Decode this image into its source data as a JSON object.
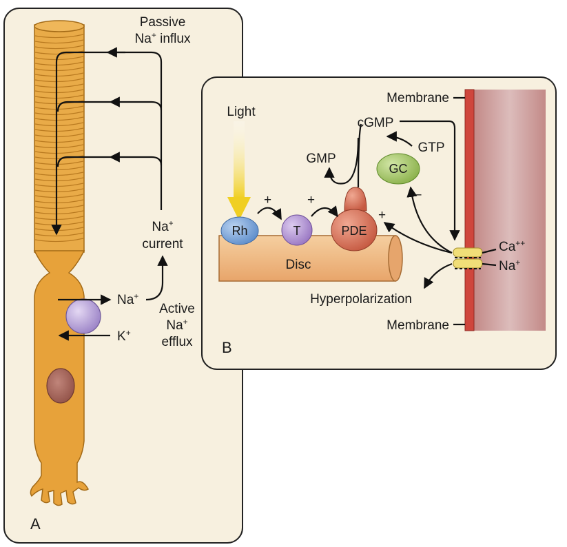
{
  "panel_a": {
    "letter": "A",
    "passive_influx": {
      "line1": "Passive",
      "line2_base": "Na",
      "line2_sup": "+",
      "line2_rest": " influx"
    },
    "na_current": {
      "line1_base": "Na",
      "line1_sup": "+",
      "line2": "current"
    },
    "na_out": {
      "base": "Na",
      "sup": "+"
    },
    "k_in": {
      "base": "K",
      "sup": "+"
    },
    "active_efflux": {
      "line1": "Active",
      "line2_base": "Na",
      "line2_sup": "+",
      "line3": "efflux"
    }
  },
  "panel_b": {
    "letter": "B",
    "light": "Light",
    "membrane_top": "Membrane",
    "membrane_bottom": "Membrane",
    "cgmp": "cGMP",
    "gmp": "GMP",
    "gtp": "GTP",
    "gc": "GC",
    "rh": "Rh",
    "t": "T",
    "pde": "PDE",
    "disc": "Disc",
    "plus1": "+",
    "plus2": "+",
    "plus3": "+",
    "minus": "–",
    "ca": {
      "base": "Ca",
      "sup": "++"
    },
    "na": {
      "base": "Na",
      "sup": "+"
    },
    "hyperpolarization": "Hyperpolarization"
  },
  "colors": {
    "panel_bg": "#f7f0df",
    "rod": "#e8a63a",
    "rod_dark": "#b77716",
    "membrane_red": "#d0473f",
    "membrane_pink": "#c99a98",
    "rh": "#7ea7d9",
    "t": "#b99ad6",
    "pde": "#d9735b",
    "gc": "#a9c86a",
    "disc": "#f0bd86",
    "light_arrow": "#f0cf22",
    "channel": "#f3e07a"
  }
}
